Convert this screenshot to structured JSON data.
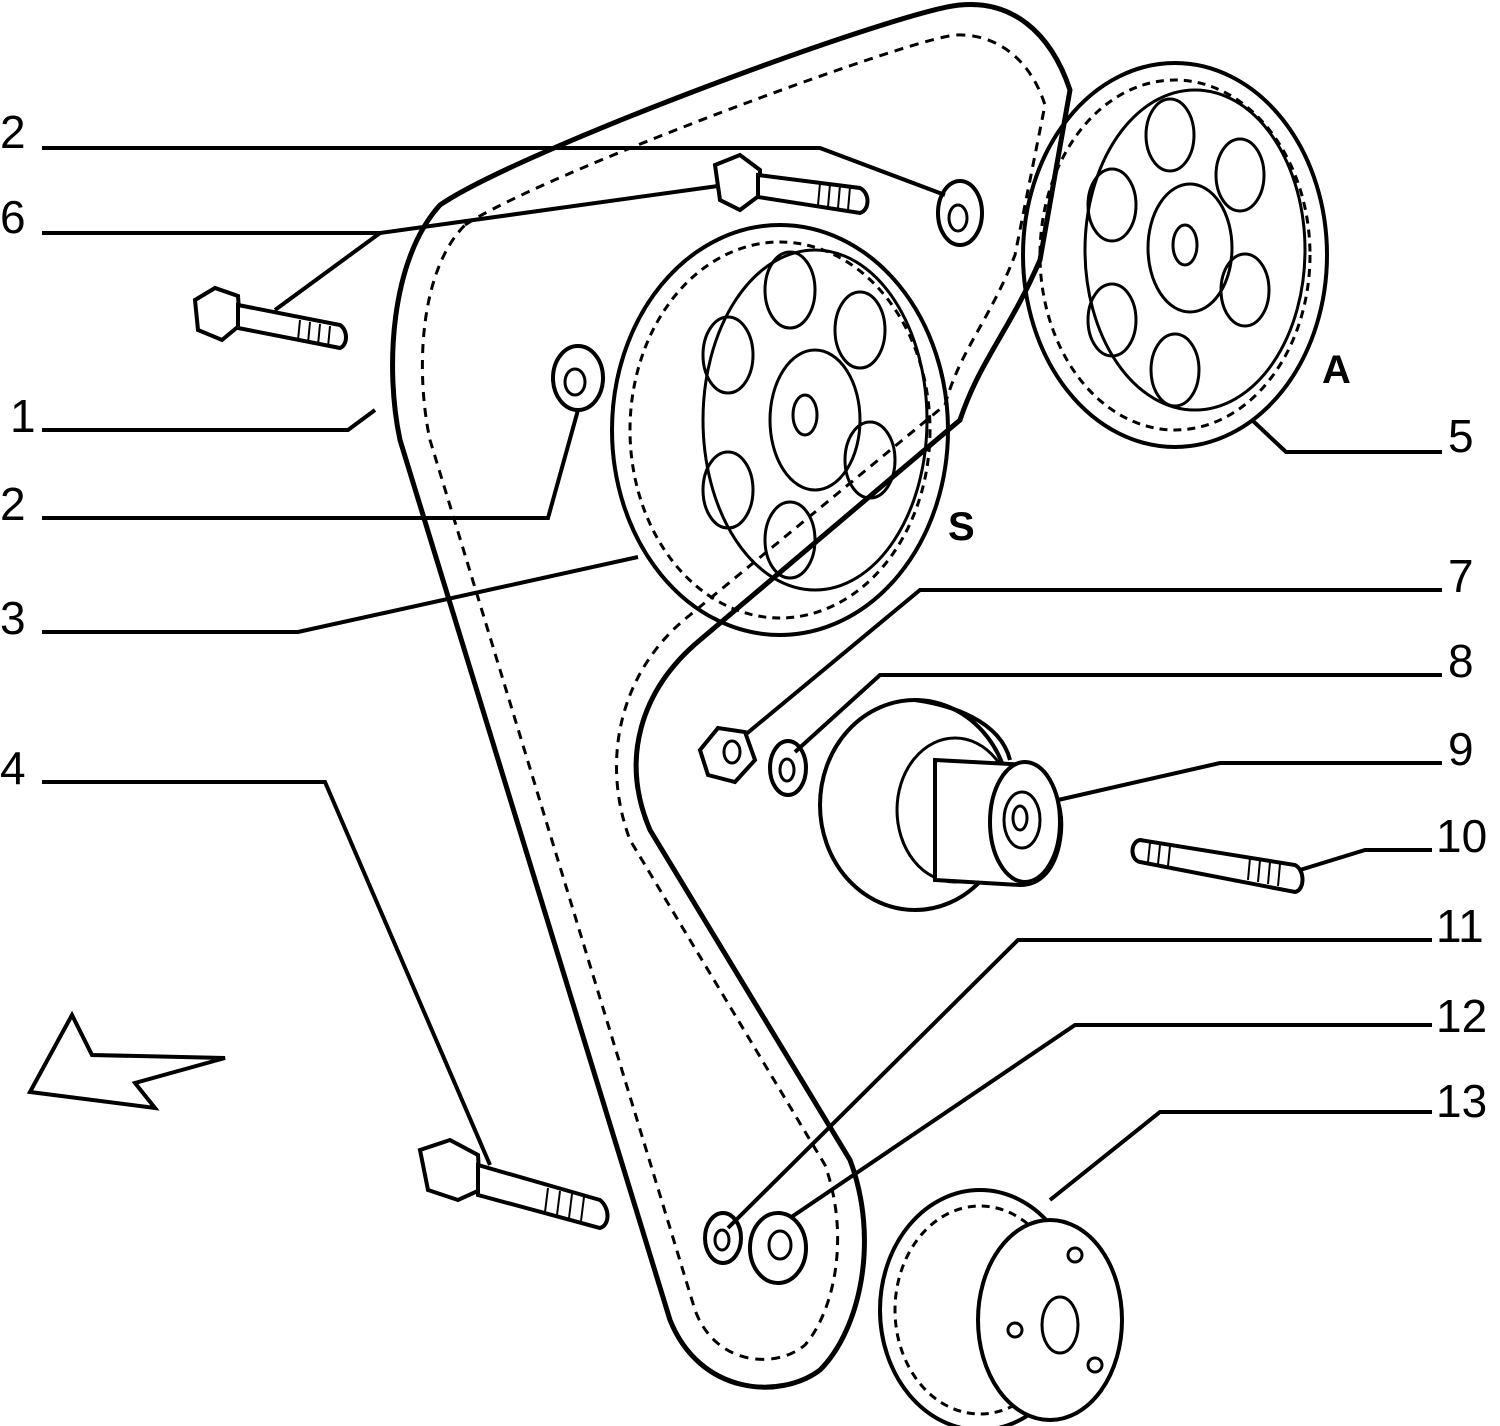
{
  "callouts": [
    {
      "id": "c2a",
      "text": "2"
    },
    {
      "id": "c6",
      "text": "6"
    },
    {
      "id": "c1",
      "text": "1"
    },
    {
      "id": "c2b",
      "text": "2"
    },
    {
      "id": "c3",
      "text": "3"
    },
    {
      "id": "c4",
      "text": "4"
    },
    {
      "id": "c5",
      "text": "5"
    },
    {
      "id": "c7",
      "text": "7"
    },
    {
      "id": "c8",
      "text": "8"
    },
    {
      "id": "c9",
      "text": "9"
    },
    {
      "id": "c10",
      "text": "10"
    },
    {
      "id": "c11",
      "text": "11"
    },
    {
      "id": "c12",
      "text": "12"
    },
    {
      "id": "c13",
      "text": "13"
    }
  ],
  "letters": {
    "a": "A",
    "s": "S"
  }
}
